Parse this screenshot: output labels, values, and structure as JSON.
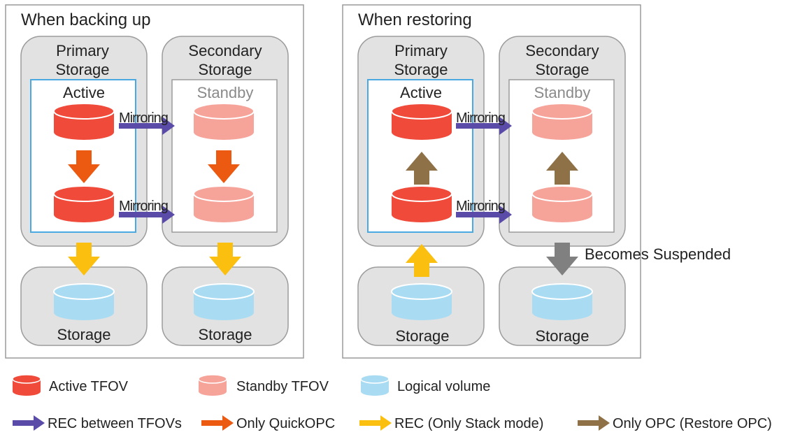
{
  "colors": {
    "active_tfov": "#f04a3a",
    "standby_tfov": "#f6a39a",
    "logical_volume": "#a9dcf3",
    "rec_between_tfovs": "#5b4ba8",
    "only_quickopc": "#ec5a12",
    "rec_stack_mode": "#fbbf10",
    "only_opc": "#8f7148",
    "suspended": "#808080",
    "panel_fill": "#e2e2e2",
    "active_frame": "#4ba9e1"
  },
  "backup": {
    "title": "When backing up",
    "primary_label": [
      "Primary",
      "Storage"
    ],
    "secondary_label": [
      "Secondary",
      "Storage"
    ],
    "active_label": "Active",
    "standby_label": "Standby",
    "mirroring_top": "Mirroring",
    "mirroring_bottom": "Mirroring",
    "storage_left": "Storage",
    "storage_right": "Storage"
  },
  "restore": {
    "title": "When restoring",
    "primary_label": [
      "Primary",
      "Storage"
    ],
    "secondary_label": [
      "Secondary",
      "Storage"
    ],
    "active_label": "Active",
    "standby_label": "Standby",
    "mirroring_top": "Mirroring",
    "mirroring_bottom": "Mirroring",
    "storage_left": "Storage",
    "storage_right": "Storage",
    "suspended_label": "Becomes Suspended"
  },
  "legend": {
    "active_tfov": "Active TFOV",
    "standby_tfov": "Standby TFOV",
    "logical_volume": "Logical volume",
    "rec_between_tfovs": "REC between TFOVs",
    "only_quickopc": "Only QuickOPC",
    "rec_stack_mode": "REC (Only Stack mode)",
    "only_opc": "Only OPC (Restore OPC)"
  },
  "icons": [
    "cylinder-icon",
    "arrow-right-icon",
    "arrow-down-icon",
    "arrow-up-icon"
  ]
}
